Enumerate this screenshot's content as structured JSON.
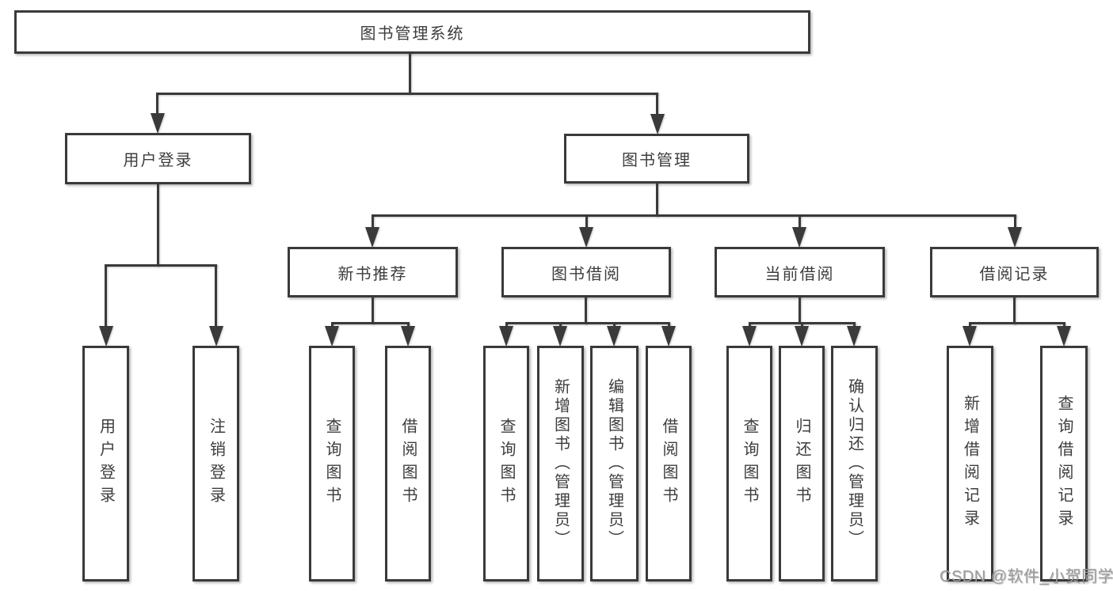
{
  "diagram_title": "图书管理系统",
  "nodes": {
    "root": "图书管理系统",
    "l2": {
      "user_login": "用户登录",
      "book_mgmt": "图书管理"
    },
    "l3": {
      "new_book_rec": "新书推荐",
      "book_borrowing": "图书借阅",
      "current_borrowing": "当前借阅",
      "borrowing_records": "借阅记录"
    },
    "leaves": {
      "login_user_login": "用户登录",
      "login_logout": "注销登录",
      "rec_query_books": "查询图书",
      "rec_borrow_books": "借阅图书",
      "bb_query_books": "查询图书",
      "bb_add_books": "新增图书（管理员）",
      "bb_edit_books": "编辑图书（管理员）",
      "bb_borrow_books": "借阅图书",
      "cb_query_books": "查询图书",
      "cb_return_books": "归还图书",
      "cb_confirm_return": "确认归还（管理员）",
      "br_add_record": "新增借阅记录",
      "br_query_record": "查询借阅记录"
    }
  },
  "watermark": "CSDN @软件_小贺同学",
  "colors": {
    "line": "#3a3a3a",
    "border": "#3a3a3a",
    "text": "#3d3d3d",
    "watermark": "#9b9b9b",
    "background": "#ffffff"
  }
}
